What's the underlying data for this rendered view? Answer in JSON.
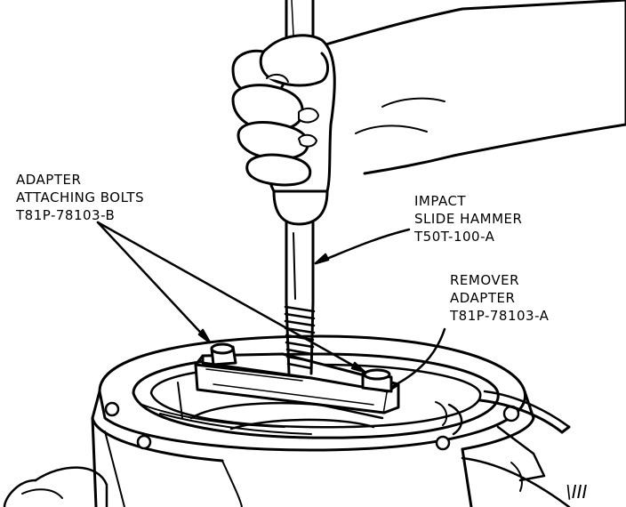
{
  "labels": {
    "adapter_bolts": [
      "ADAPTER",
      "ATTACHING BOLTS",
      "T81P-78103-B"
    ],
    "slide_hammer": [
      "IMPACT",
      "SLIDE HAMMER",
      "T50T-100-A"
    ],
    "remover_adapter": [
      "REMOVER",
      "ADAPTER",
      "T81P-78103-A"
    ]
  },
  "corner_mark": "\\III"
}
